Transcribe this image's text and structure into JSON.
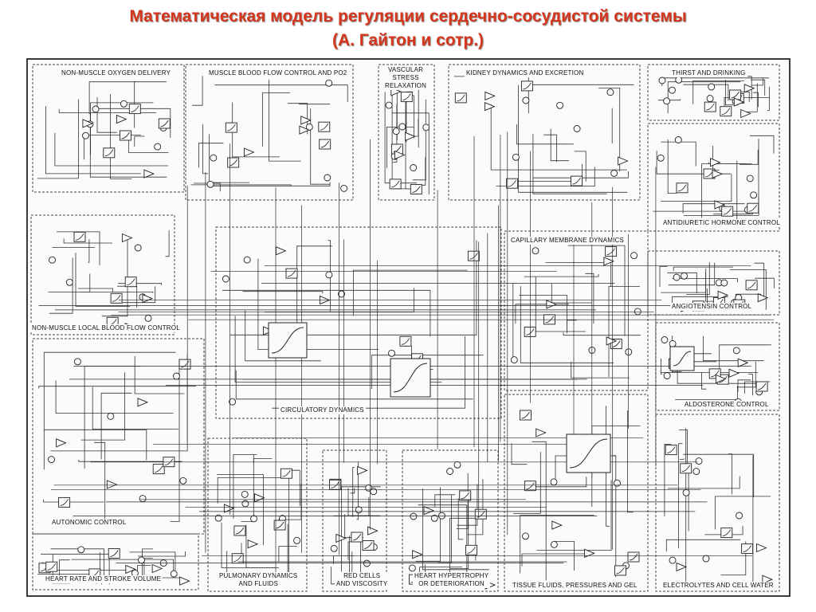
{
  "slide": {
    "title_line1": "Математическая модель регуляции сердечно-сосудистой системы",
    "title_line2": "(А. Гайтон и сотр.)"
  },
  "diagram": {
    "panels": [
      {
        "id": "non-muscle-oxygen-delivery",
        "label": "NON-MUSCLE  OXYGEN DELIVERY"
      },
      {
        "id": "muscle-blood-flow",
        "label": "MUSCLE BLOOD FLOW CONTROL AND PO2"
      },
      {
        "id": "vascular-stress-relaxation",
        "label": "VASCULAR\nSTRESS\nRELAXATION"
      },
      {
        "id": "kidney-dynamics",
        "label": "KIDNEY DYNAMICS AND EXCRETION"
      },
      {
        "id": "thirst-drinking",
        "label": "THIRST AND DRINKING"
      },
      {
        "id": "antidiuretic-hormone",
        "label": "ANTIDIURETIC HORMONE CONTROL"
      },
      {
        "id": "non-muscle-local-flow",
        "label": "NON-MUSCLE LOCAL BLOOD FLOW CONTROL"
      },
      {
        "id": "capillary-membrane",
        "label": "CAPILLARY MEMBRANE DYNAMICS"
      },
      {
        "id": "angiotensin",
        "label": "ANGIOTENSIN CONTROL"
      },
      {
        "id": "circulatory-dynamics",
        "label": "CIRCULATORY DYNAMICS"
      },
      {
        "id": "aldosterone",
        "label": "ALDOSTERONE CONTROL"
      },
      {
        "id": "autonomic",
        "label": "AUTONOMIC   CONTROL"
      },
      {
        "id": "heart-rate",
        "label": "HEART RATE AND STROKE VOLUME"
      },
      {
        "id": "pulmonary",
        "label": "PULMONARY DYNAMICS\nAND FLUIDS"
      },
      {
        "id": "red-cells",
        "label": "RED CELLS\nAND VISCOSITY"
      },
      {
        "id": "heart-hypertrophy",
        "label": "HEART HYPERTROPHY\nOR DETERIORATION"
      },
      {
        "id": "tissue-fluids",
        "label": "TISSUE FLUIDS, PRESSURES AND GEL"
      },
      {
        "id": "electrolytes",
        "label": "ELECTROLYTES AND CELL WATER"
      }
    ]
  }
}
